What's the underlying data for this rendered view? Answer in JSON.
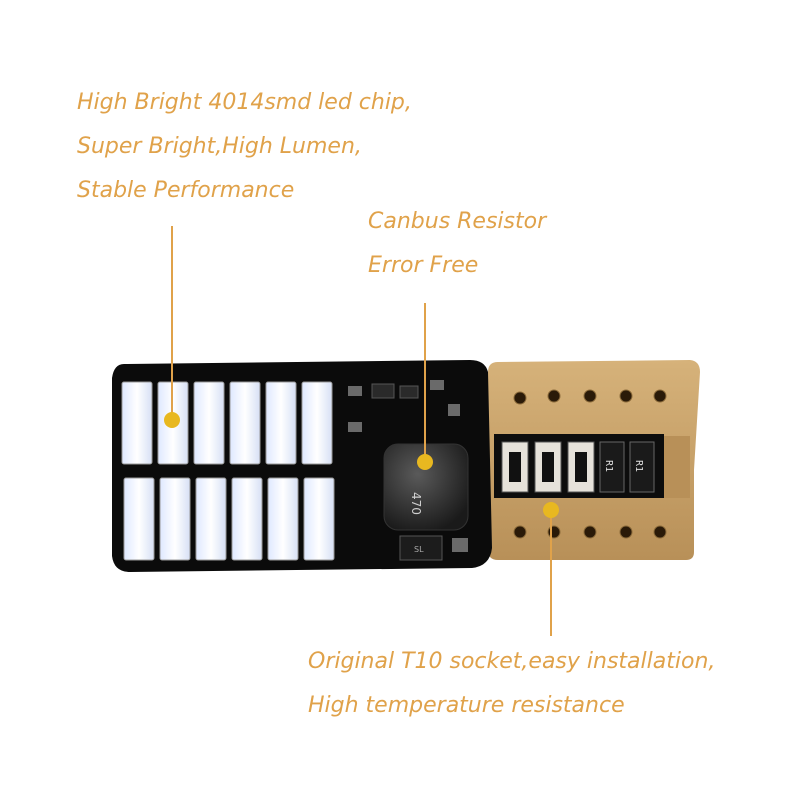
{
  "callouts": {
    "led_chip": {
      "lines": [
        "High Bright 4014smd led chip,",
        "Super Bright,High Lumen,",
        "Stable Performance"
      ]
    },
    "canbus": {
      "lines": [
        "Canbus Resistor",
        "Error Free"
      ]
    },
    "socket": {
      "lines": [
        "Original T10 socket,easy installation,",
        "High temperature resistance"
      ]
    }
  },
  "component_markings": {
    "inductor": "470",
    "resistors": [
      "R1",
      "R1"
    ],
    "ic_label": "SL"
  },
  "colors": {
    "caption": "#e0a24a",
    "pcb": "#0b0b0b",
    "socket": "#c9a46a",
    "led": "#eef3ff",
    "pointer_dot": "#e8b820"
  }
}
